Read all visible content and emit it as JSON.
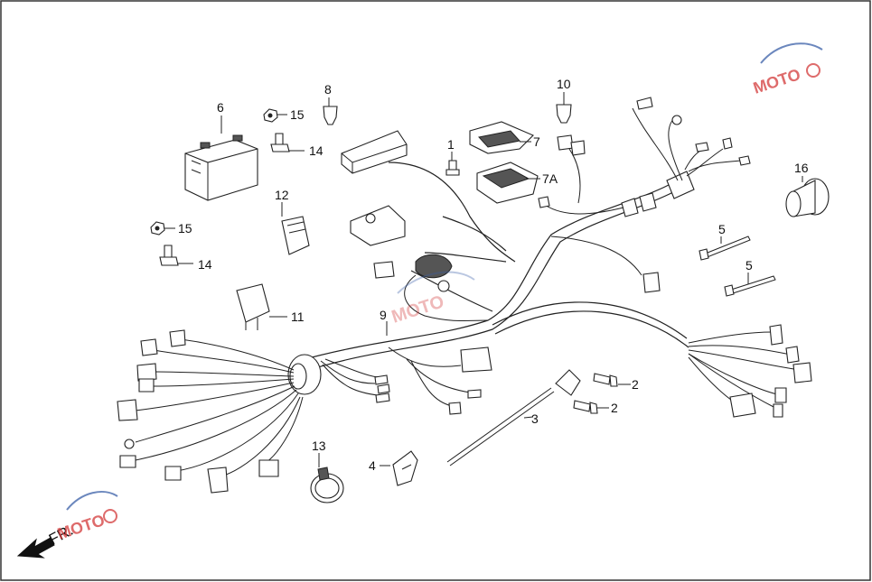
{
  "diagram": {
    "callouts": [
      "1",
      "2",
      "2",
      "3",
      "4",
      "5",
      "5",
      "6",
      "7",
      "7A",
      "8",
      "9",
      "10",
      "11",
      "12",
      "13",
      "14",
      "14",
      "15",
      "15",
      "16"
    ],
    "direction_label": "FR.",
    "watermark_text": "MOTO",
    "colors": {
      "line": "#222222",
      "background": "#ffffff",
      "watermark_red": "#d33a3a",
      "watermark_blue": "#3a5fa8"
    }
  }
}
